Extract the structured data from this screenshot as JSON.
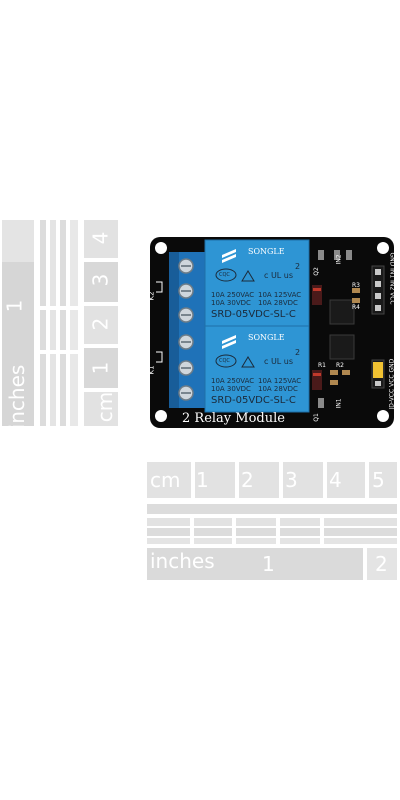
{
  "vertical_ruler": {
    "inch_label": "inches",
    "inch_numbers": [
      "1"
    ],
    "cm_label": "cm",
    "cm_numbers": [
      "1",
      "2",
      "3",
      "4"
    ]
  },
  "horizontal_ruler": {
    "cm_label": "cm",
    "cm_numbers": [
      "1",
      "2",
      "3",
      "4",
      "5"
    ],
    "inch_label": "inches",
    "inch_numbers": [
      "1",
      "2"
    ]
  },
  "board": {
    "title": "2 Relay Module",
    "relay_brand": "SONGLE",
    "relay_model": "SRD-05VDC-SL-C",
    "rating_left_1": "10A 250VAC",
    "rating_left_2": "10A  30VDC",
    "rating_right_1": "10A 125VAC",
    "rating_right_2": "10A  28VDC",
    "relay_number": "2",
    "cert_ul": "c UL us",
    "cert_cqc": "CQC",
    "header_pins": "GND IN1 IN2 VCC",
    "jumper_pins": "JD-VCC VCC GND",
    "label_k1": "K1",
    "label_k2": "K2",
    "label_in1": "IN1",
    "label_in2": "IN2",
    "label_q1": "Q1",
    "label_q2": "Q2",
    "label_r1": "R1",
    "label_r2": "R2",
    "label_r3": "R3",
    "label_r4": "R4"
  },
  "colors": {
    "pcb": "#0a0a0a",
    "relay": "#2e95d4",
    "terminal": "#1f72b8",
    "ruler_dark": "#d0d0d0",
    "ruler_light": "#e6e6e6",
    "jumper": "#f1c232"
  }
}
